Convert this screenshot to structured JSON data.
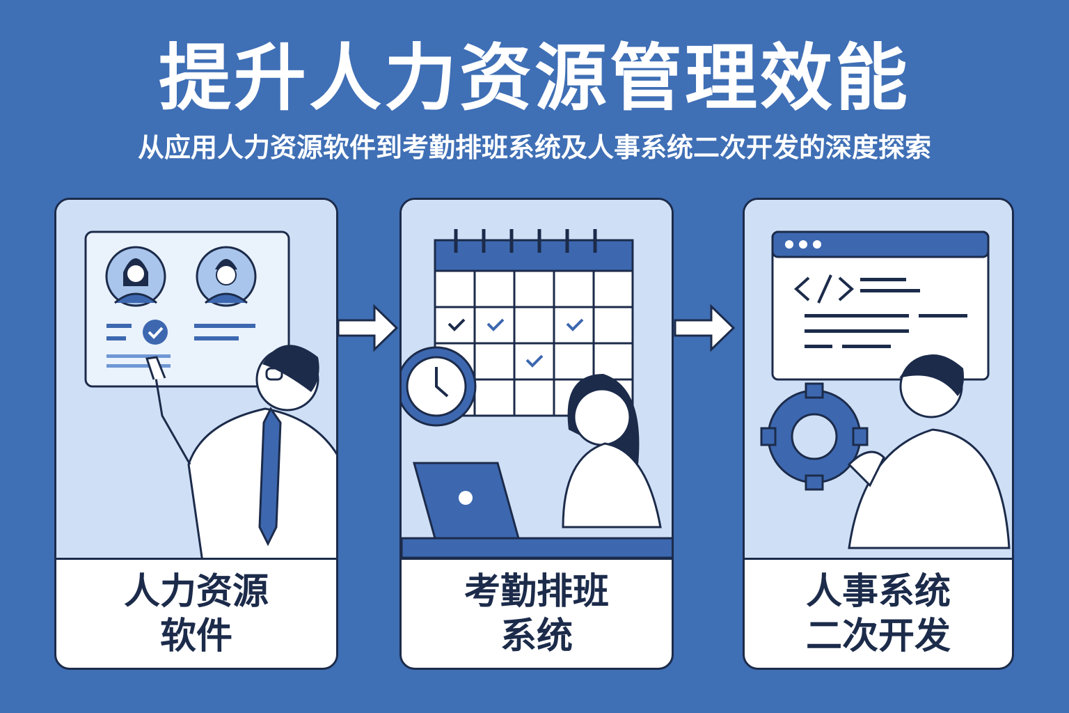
{
  "header": {
    "title": "提升人力资源管理效能",
    "subtitle": "从应用人力资源软件到考勤排班系统及人事系统二次开发的深度探索"
  },
  "panels": [
    {
      "line1": "人力资源",
      "line2": "软件",
      "icon": "hr-profile-board"
    },
    {
      "line1": "考勤排班",
      "line2": "系统",
      "icon": "attendance-calendar"
    },
    {
      "line1": "人事系统",
      "line2": "二次开发",
      "icon": "code-window-gear"
    }
  ],
  "colors": {
    "background": "#3f6fb5",
    "panel_scene": "#cfe0f6",
    "ink": "#1c2b4a",
    "accent": "#3d68b0"
  }
}
